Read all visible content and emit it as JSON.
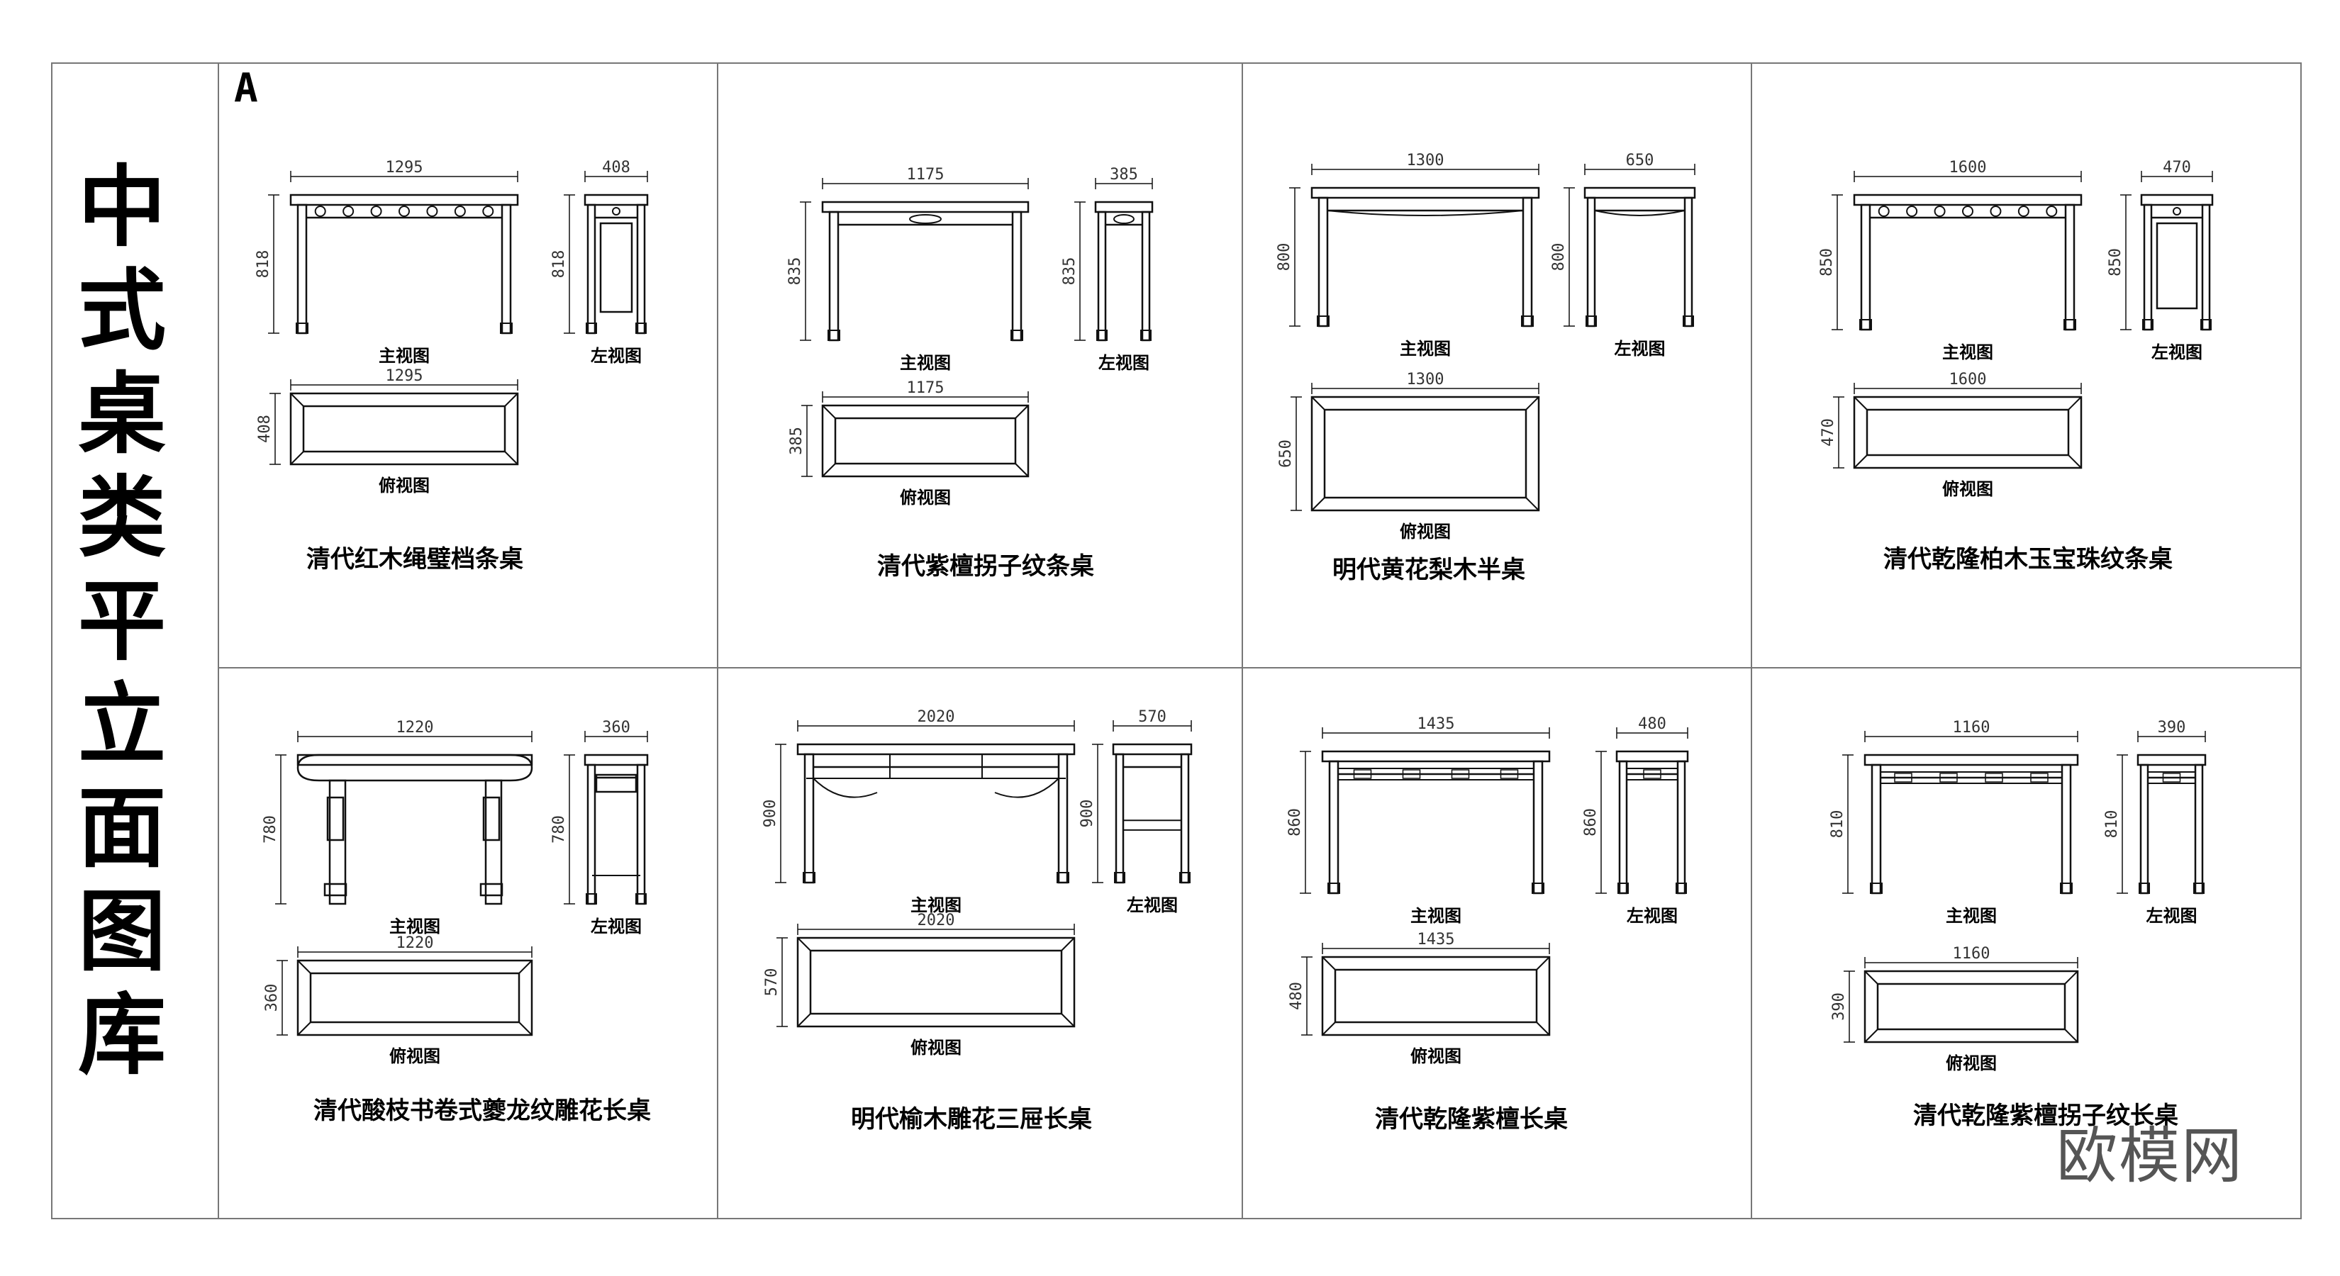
{
  "sheet": {
    "title": "中式桌类平立面图库",
    "title_chars": [
      "中",
      "式",
      "桌",
      "类",
      "平",
      "立",
      "面",
      "图",
      "库"
    ],
    "section_letter": "A",
    "watermark": "欧模网"
  },
  "view_labels": {
    "front": "主视图",
    "left": "左视图",
    "top": "俯视图"
  },
  "tables": [
    {
      "name": "清代红木绳璧档条桌",
      "w": "1295",
      "h": "818",
      "d": "408",
      "style": "A"
    },
    {
      "name": "清代紫檀拐子纹条桌",
      "w": "1175",
      "h": "835",
      "d": "385",
      "style": "B"
    },
    {
      "name": "明代黄花梨木半桌",
      "w": "1300",
      "h": "800",
      "d": "650",
      "style": "C"
    },
    {
      "name": "清代乾隆柏木玉宝珠纹条桌",
      "w": "1600",
      "h": "850",
      "d": "470",
      "style": "A"
    },
    {
      "name": "清代酸枝书卷式夔龙纹雕花长桌",
      "w": "1220",
      "h": "780",
      "d": "360",
      "style": "D"
    },
    {
      "name": "明代榆木雕花三屉长桌",
      "w": "2020",
      "h": "900",
      "d": "570",
      "style": "E"
    },
    {
      "name": "清代乾隆紫檀长桌",
      "w": "1435",
      "h": "860",
      "d": "480",
      "style": "F"
    },
    {
      "name": "清代乾隆紫檀拐子纹长桌",
      "w": "1160",
      "h": "810",
      "d": "390",
      "style": "F"
    }
  ]
}
